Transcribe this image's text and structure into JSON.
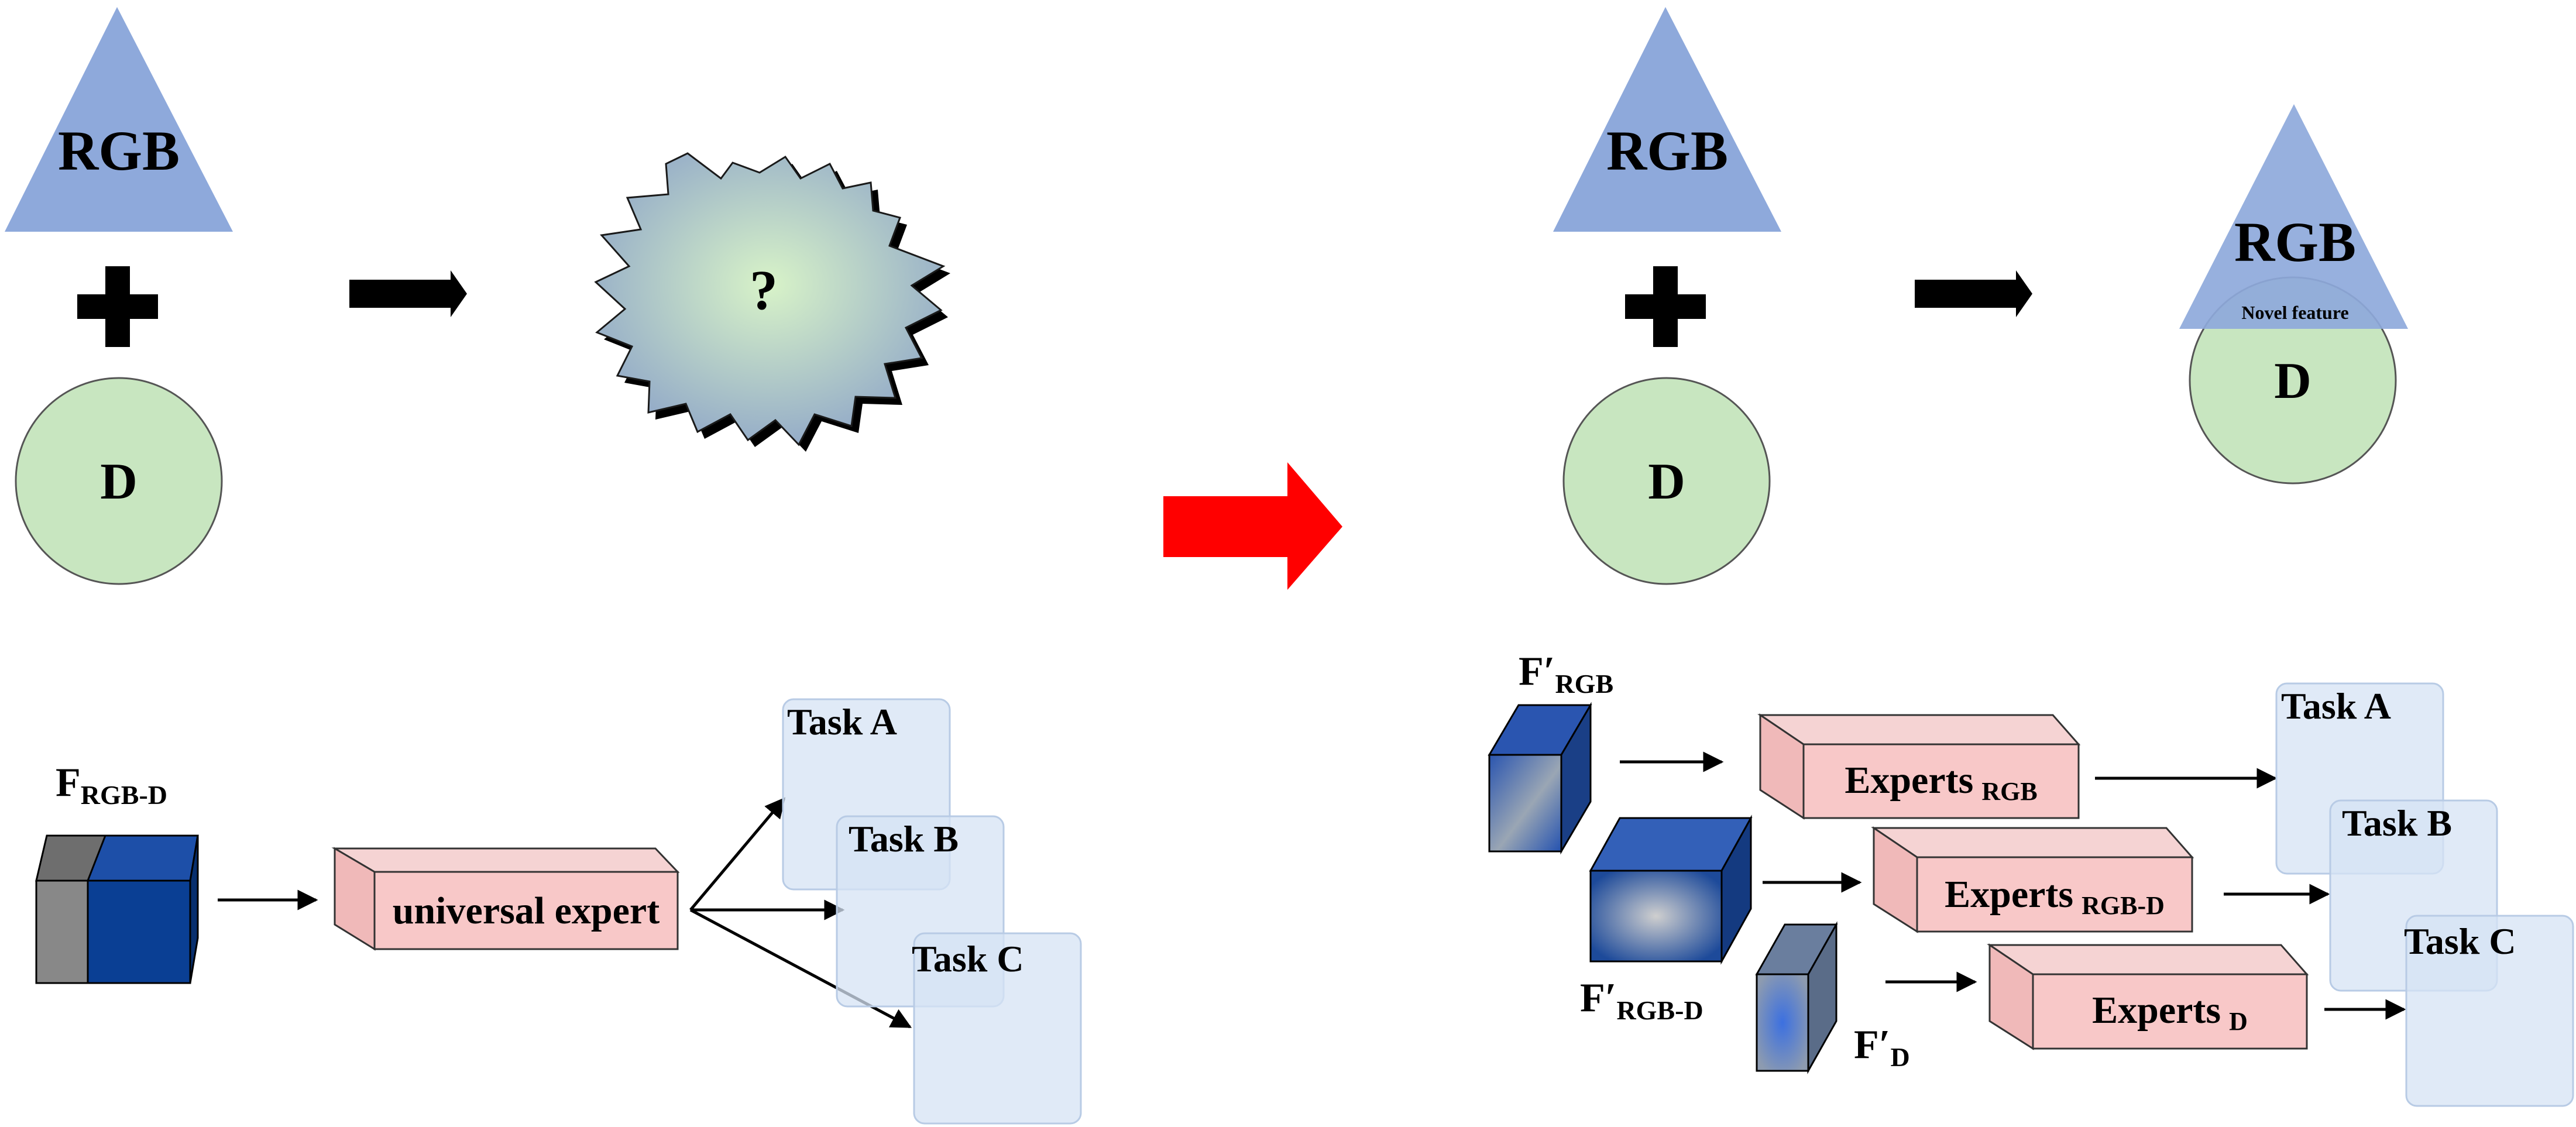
{
  "left_panel": {
    "shape_top": "RGB",
    "shape_bottom": "D",
    "result": "?",
    "feature_main": "F",
    "feature_sub": "RGB-D",
    "expert": "universal expert",
    "tasks": [
      "Task A",
      "Task B",
      "Task C"
    ]
  },
  "right_panel": {
    "shape_top": "RGB",
    "shape_bottom": "D",
    "fused_top": "RGB",
    "fused_bottom": "D",
    "novel_feature": "Novel feature",
    "feature_rgb": {
      "main": "F′",
      "sub": "RGB"
    },
    "feature_rgbd": {
      "main": "F′",
      "sub": "RGB-D"
    },
    "feature_d": {
      "main": "F′",
      "sub": "D"
    },
    "experts": [
      {
        "main": "Experts",
        "sub": "RGB"
      },
      {
        "main": "Experts",
        "sub": "RGB-D"
      },
      {
        "main": "Experts",
        "sub": "D"
      }
    ],
    "tasks": [
      "Task A",
      "Task B",
      "Task C"
    ]
  },
  "colors": {
    "triangle": "#8ea9db",
    "circle": "#c8e6c0",
    "expert_box": "#f8c8c8",
    "task_card": "#dde8f6",
    "transition_arrow": "#ff0000",
    "cube_blue": "#0a3f94",
    "cube_gray": "#888888"
  },
  "icons": [
    "plus-icon",
    "arrow-right-icon",
    "starburst-icon",
    "cube-icon"
  ]
}
